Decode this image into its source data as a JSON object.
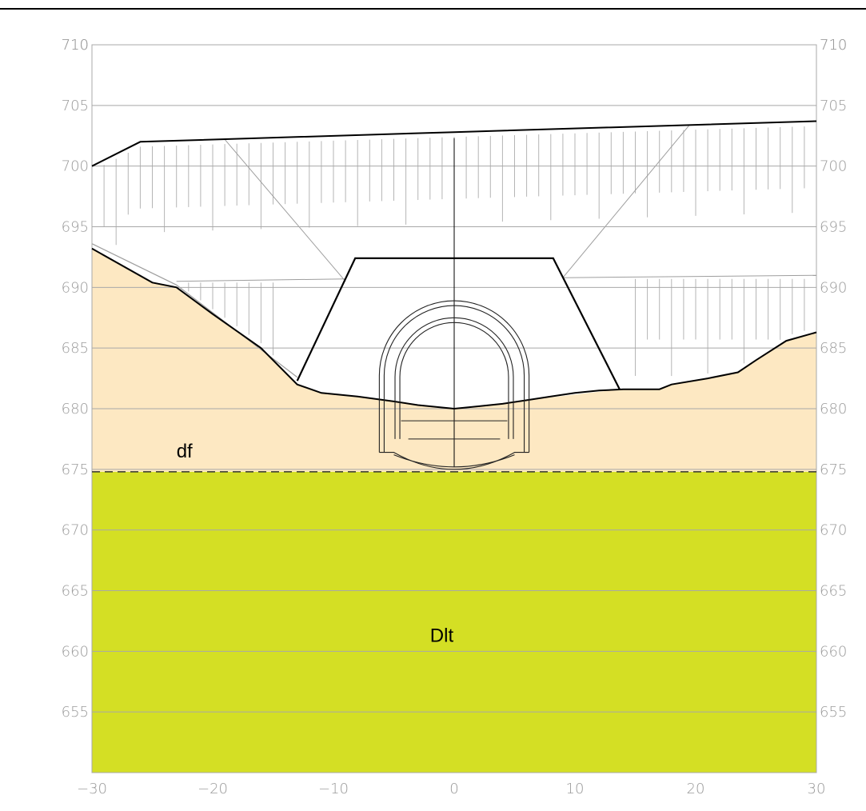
{
  "diagram": {
    "type": "geological-cross-section",
    "xlim": [
      -30,
      30
    ],
    "ylim": [
      650,
      710
    ],
    "x_ticks": [
      "-30",
      "-20",
      "-10",
      "0",
      "10",
      "20",
      "30"
    ],
    "y_ticks": [
      "655",
      "660",
      "665",
      "670",
      "675",
      "680",
      "685",
      "690",
      "695",
      "700",
      "705",
      "710"
    ],
    "units": [
      {
        "id": "df",
        "label": "df",
        "color": "#fde8c2",
        "label_pos": [
          -23,
          676.5
        ]
      },
      {
        "id": "dlt",
        "label": "Dlt",
        "color": "#d4df24",
        "label_pos": [
          -2,
          661.3
        ]
      }
    ],
    "top_surface": [
      [
        -30,
        700
      ],
      [
        -26,
        702
      ],
      [
        0,
        702.8
      ],
      [
        30,
        703.7
      ]
    ],
    "ground_surface": [
      [
        -30,
        693.2
      ],
      [
        -25,
        690.4
      ],
      [
        -23,
        690
      ],
      [
        -20,
        687.8
      ],
      [
        -16,
        685
      ],
      [
        -13,
        682
      ],
      [
        -11,
        681.3
      ],
      [
        -8,
        681
      ],
      [
        -5,
        680.6
      ],
      [
        -3,
        680.3
      ],
      [
        -1,
        680.1
      ],
      [
        0,
        680
      ],
      [
        2,
        680.2
      ],
      [
        4,
        680.4
      ],
      [
        6,
        680.7
      ],
      [
        8,
        681
      ],
      [
        10,
        681.3
      ],
      [
        12,
        681.5
      ],
      [
        14,
        681.6
      ],
      [
        17,
        681.6
      ],
      [
        18,
        682
      ],
      [
        21,
        682.5
      ],
      [
        23.5,
        683
      ],
      [
        25,
        684
      ],
      [
        27.5,
        685.6
      ],
      [
        30,
        686.3
      ]
    ],
    "boundary_depth": 674.8,
    "excavation": [
      [
        -13,
        682.3
      ],
      [
        -8.2,
        692.4
      ],
      [
        8.2,
        692.4
      ],
      [
        13.7,
        681.6
      ]
    ],
    "tunnel": {
      "axis_x": 0,
      "crown_outer": 688.9,
      "crown_inner": 687.6,
      "invert": 675.3,
      "half_width_outer": 6
    }
  }
}
